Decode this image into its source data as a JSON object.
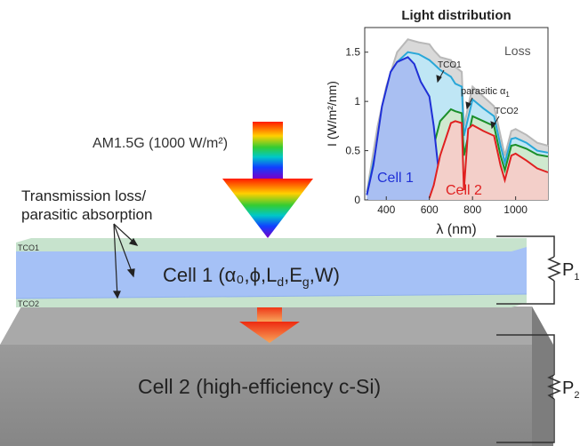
{
  "diagram": {
    "source_label": "AM1.5G (1000 W/m²)",
    "loss_label_line1": "Transmission loss/",
    "loss_label_line2": "parasitic absorption",
    "tco1_label": "TCO1",
    "tco2_label": "TCO2",
    "cell1_label": "Cell 1 (α₀,ϕ,L",
    "cell1_sub_d": "d",
    "cell1_mid": ",E",
    "cell1_sub_g": "g",
    "cell1_end": ",W)",
    "cell2_label": "Cell 2 (high-efficiency c-Si)",
    "p1_label": "P",
    "p1_sub": "1",
    "p2_label": "P",
    "p2_sub": "2"
  },
  "colors": {
    "cell1_fill": "#a9c3f7",
    "tco_fill": "#bfe0c7",
    "cell2_fill": "#8f8f8f",
    "cell2_top": "#b0b0b0",
    "spectrum_cell1": "#1f2fd6",
    "spectrum_cell2": "#e02020",
    "spectrum_tco": "#1a8f2a",
    "spectrum_parasitic": "#29a7d8",
    "spectrum_loss": "#b8b8b8"
  },
  "chart_data": {
    "type": "area",
    "title": "Light distribution",
    "xlabel": "λ (nm)",
    "ylabel": "I (W/m²/nm)",
    "xlim": [
      300,
      1150
    ],
    "ylim": [
      0,
      1.75
    ],
    "xticks": [
      400,
      600,
      800,
      1000
    ],
    "yticks": [
      0,
      0.5,
      1,
      1.5
    ],
    "x_tick_labels": [
      "400",
      "600",
      "800",
      "1000"
    ],
    "y_tick_labels": [
      "0",
      "0.5",
      "1",
      "1.5"
    ],
    "annotations": [
      "Loss",
      "TCO1",
      "parasitic α₁",
      "TCO2",
      "Cell 1",
      "Cell 2"
    ],
    "annotation_main": {
      "loss": "Loss",
      "tco1": "TCO1",
      "parasitic": "parasitic α",
      "parasitic_sub": "1",
      "tco2": "TCO2",
      "cell1": "Cell 1",
      "cell2": "Cell 2"
    },
    "series": [
      {
        "name": "Loss",
        "x": [
          310,
          360,
          400,
          450,
          500,
          550,
          600,
          620,
          650,
          700,
          720,
          750,
          760,
          800,
          850,
          900,
          930,
          950,
          980,
          1000,
          1050,
          1100,
          1150
        ],
        "values": [
          0.08,
          0.75,
          1.15,
          1.5,
          1.63,
          1.6,
          1.58,
          1.52,
          1.45,
          1.42,
          1.35,
          1.3,
          0.75,
          1.15,
          1.05,
          0.95,
          0.65,
          0.45,
          0.7,
          0.72,
          0.66,
          0.58,
          0.55
        ]
      },
      {
        "name": "Parasitic (TCO1 / α₁)",
        "x": [
          310,
          360,
          400,
          450,
          500,
          550,
          600,
          620,
          650,
          700,
          720,
          750,
          760,
          800,
          850,
          900,
          930,
          950,
          980,
          1000,
          1050,
          1100,
          1150
        ],
        "values": [
          0.05,
          0.6,
          1.05,
          1.4,
          1.5,
          1.48,
          1.42,
          1.38,
          1.32,
          1.25,
          1.18,
          1.15,
          0.65,
          1.02,
          0.93,
          0.85,
          0.55,
          0.38,
          0.62,
          0.63,
          0.58,
          0.5,
          0.48
        ]
      },
      {
        "name": "TCO2",
        "x": [
          600,
          620,
          650,
          700,
          720,
          750,
          760,
          800,
          850,
          900,
          930,
          950,
          980,
          1000,
          1050,
          1100,
          1150
        ],
        "values": [
          0.2,
          0.55,
          0.8,
          0.92,
          0.9,
          0.88,
          0.45,
          0.85,
          0.8,
          0.75,
          0.45,
          0.3,
          0.55,
          0.56,
          0.52,
          0.46,
          0.44
        ]
      },
      {
        "name": "Cell 1",
        "x": [
          310,
          340,
          380,
          420,
          450,
          500,
          530,
          560,
          600,
          620,
          640,
          650,
          670
        ],
        "values": [
          0.05,
          0.35,
          0.95,
          1.3,
          1.4,
          1.45,
          1.38,
          1.2,
          1.05,
          0.75,
          0.35,
          0.15,
          0.05
        ]
      },
      {
        "name": "Cell 2",
        "x": [
          600,
          620,
          650,
          700,
          720,
          750,
          760,
          780,
          800,
          850,
          900,
          930,
          950,
          980,
          1000,
          1050,
          1100,
          1150
        ],
        "values": [
          0.02,
          0.15,
          0.45,
          0.78,
          0.8,
          0.78,
          0.1,
          0.72,
          0.76,
          0.7,
          0.65,
          0.35,
          0.2,
          0.45,
          0.47,
          0.4,
          0.32,
          0.28
        ]
      }
    ]
  }
}
